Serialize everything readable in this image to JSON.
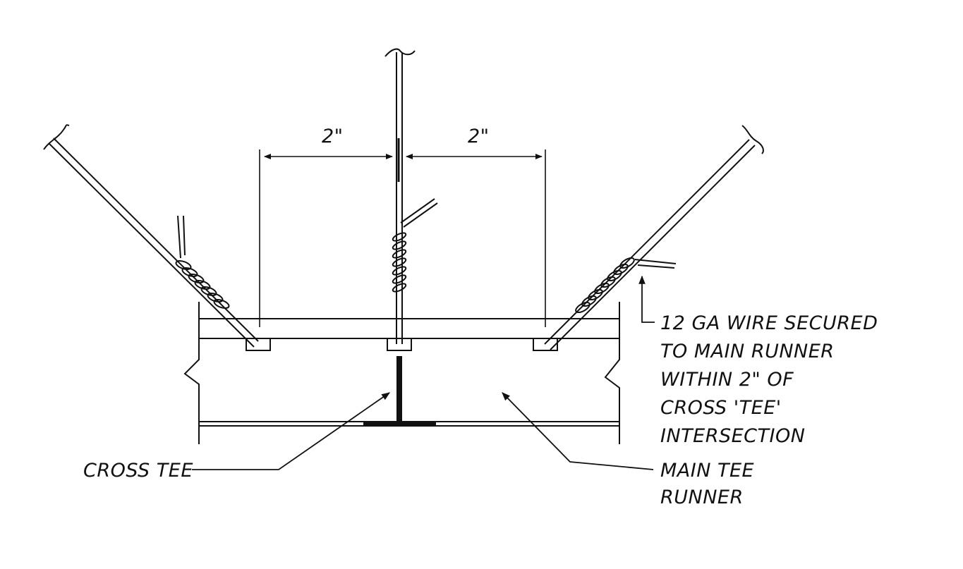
{
  "dimensions": {
    "left": "2\"",
    "right": "2\""
  },
  "labels": {
    "wire_note": [
      "12 GA  WIRE SECURED",
      "TO MAIN RUNNER",
      "WITHIN 2\" OF",
      "CROSS 'TEE'",
      "INTERSECTION"
    ],
    "cross_tee": "CROSS TEE",
    "main_tee": [
      "MAIN TEE",
      "RUNNER"
    ]
  }
}
